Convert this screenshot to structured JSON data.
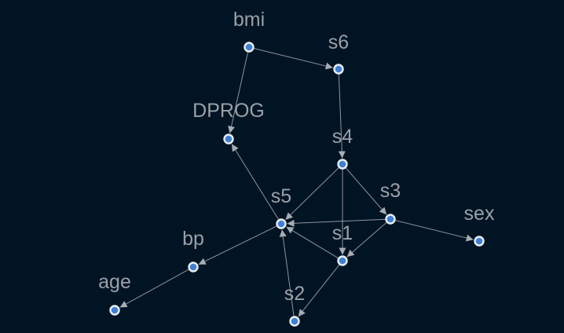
{
  "graph": {
    "nodes": [
      {
        "id": "bmi",
        "label": "bmi"
      },
      {
        "id": "s6",
        "label": "s6"
      },
      {
        "id": "DPROG",
        "label": "DPROG"
      },
      {
        "id": "s4",
        "label": "s4"
      },
      {
        "id": "s3",
        "label": "s3"
      },
      {
        "id": "s5",
        "label": "s5"
      },
      {
        "id": "sex",
        "label": "sex"
      },
      {
        "id": "s1",
        "label": "s1"
      },
      {
        "id": "bp",
        "label": "bp"
      },
      {
        "id": "age",
        "label": "age"
      },
      {
        "id": "s2",
        "label": "s2"
      }
    ],
    "edges": [
      {
        "from": "bmi",
        "to": "s6"
      },
      {
        "from": "bmi",
        "to": "DPROG"
      },
      {
        "from": "s6",
        "to": "s4"
      },
      {
        "from": "s4",
        "to": "s5"
      },
      {
        "from": "s4",
        "to": "s3"
      },
      {
        "from": "s4",
        "to": "s1"
      },
      {
        "from": "s5",
        "to": "DPROG"
      },
      {
        "from": "s3",
        "to": "s5"
      },
      {
        "from": "s3",
        "to": "sex"
      },
      {
        "from": "s3",
        "to": "s1"
      },
      {
        "from": "s1",
        "to": "s5"
      },
      {
        "from": "s1",
        "to": "s2"
      },
      {
        "from": "s2",
        "to": "s5"
      },
      {
        "from": "s5",
        "to": "bp"
      },
      {
        "from": "bp",
        "to": "age"
      }
    ],
    "colors": {
      "background": "#011424",
      "node_fill": "#3f7fd4",
      "node_stroke": "#e8eef4",
      "edge": "#8e959c",
      "label": "#9aa0a6"
    }
  }
}
